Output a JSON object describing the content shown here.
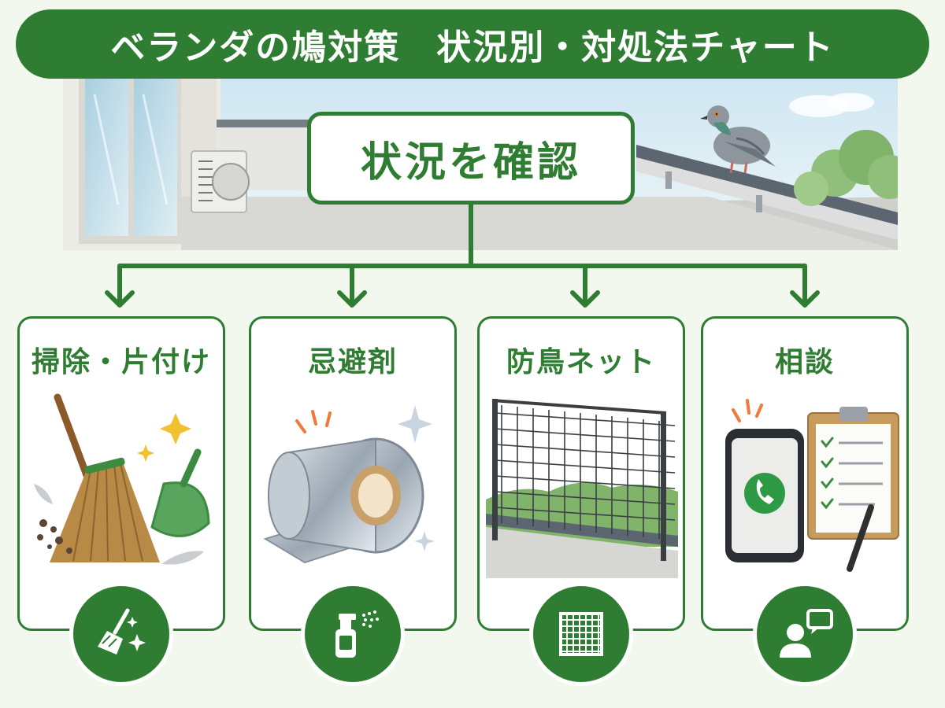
{
  "title": "ベランダの鳩対策　状況別・対処法チャート",
  "root": {
    "label": "状況を確認"
  },
  "options": [
    {
      "label": "掃除・片付け",
      "icon": "broom-sparkle-icon"
    },
    {
      "label": "忌避剤",
      "icon": "spray-bottle-icon"
    },
    {
      "label": "防鳥ネット",
      "icon": "net-grid-icon"
    },
    {
      "label": "相談",
      "icon": "person-chat-icon"
    }
  ],
  "colors": {
    "brand_green": "#2f7d32",
    "background": "#f3f8ef",
    "card_border": "#2f7d32"
  }
}
